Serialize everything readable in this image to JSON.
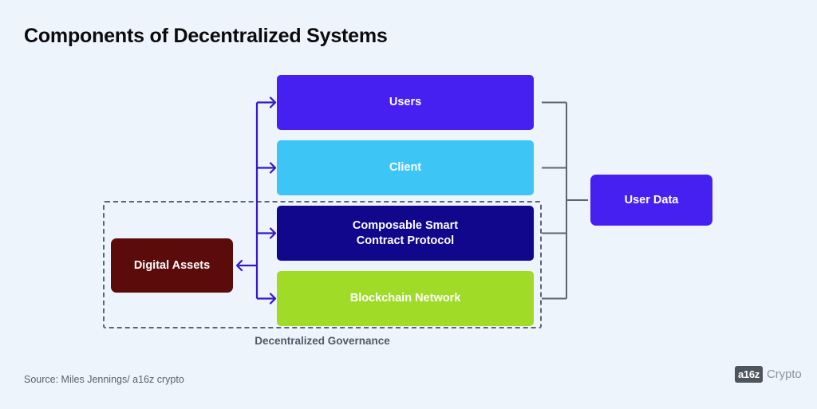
{
  "page": {
    "title": "Components of Decentralized Systems",
    "background_color": "#eef4fb",
    "title_color": "#0b0b0d"
  },
  "diagram": {
    "type": "layered-stack-diagram",
    "stack": [
      {
        "id": "users",
        "label": "Users",
        "color": "#4520f0",
        "text_color": "#ffffff",
        "inside_governance": false
      },
      {
        "id": "client",
        "label": "Client",
        "color": "#3dc5f5",
        "text_color": "#ffffff",
        "inside_governance": false
      },
      {
        "id": "protocol",
        "label": "Composable Smart\nContract Protocol",
        "color": "#10078c",
        "text_color": "#ffffff",
        "inside_governance": true
      },
      {
        "id": "blockchain",
        "label": "Blockchain Network",
        "color": "#a0db28",
        "text_color": "#ffffff",
        "inside_governance": true
      }
    ],
    "side_nodes": [
      {
        "id": "digital-assets",
        "label": "Digital Assets",
        "color": "#5c0b0b",
        "text_color": "#ffffff",
        "side": "left"
      },
      {
        "id": "user-data",
        "label": "User Data",
        "color": "#4520f0",
        "text_color": "#ffffff",
        "side": "right"
      }
    ],
    "governance_frame": {
      "caption": "Decentralized Governance",
      "border_style": "dashed",
      "border_color": "#5a6570",
      "caption_color": "#4f5a66",
      "contains": [
        "digital-assets",
        "protocol",
        "blockchain"
      ]
    },
    "connectors": {
      "left_rail_color": "#3417c9",
      "right_bracket_color": "#5a6570",
      "left_arrow_targets": [
        "users",
        "client",
        "protocol",
        "blockchain"
      ],
      "left_arrow_back_target": "digital-assets",
      "right_bracket_sources": [
        "users",
        "client",
        "protocol",
        "blockchain"
      ],
      "right_bracket_target": "user-data"
    }
  },
  "footer": {
    "source": "Source:  Miles Jennings/ a16z crypto",
    "source_color": "#59636e",
    "logo": {
      "mark": "a16z",
      "word": "Crypto",
      "mark_bg": "#4e555c",
      "word_color": "#8b949d"
    }
  }
}
